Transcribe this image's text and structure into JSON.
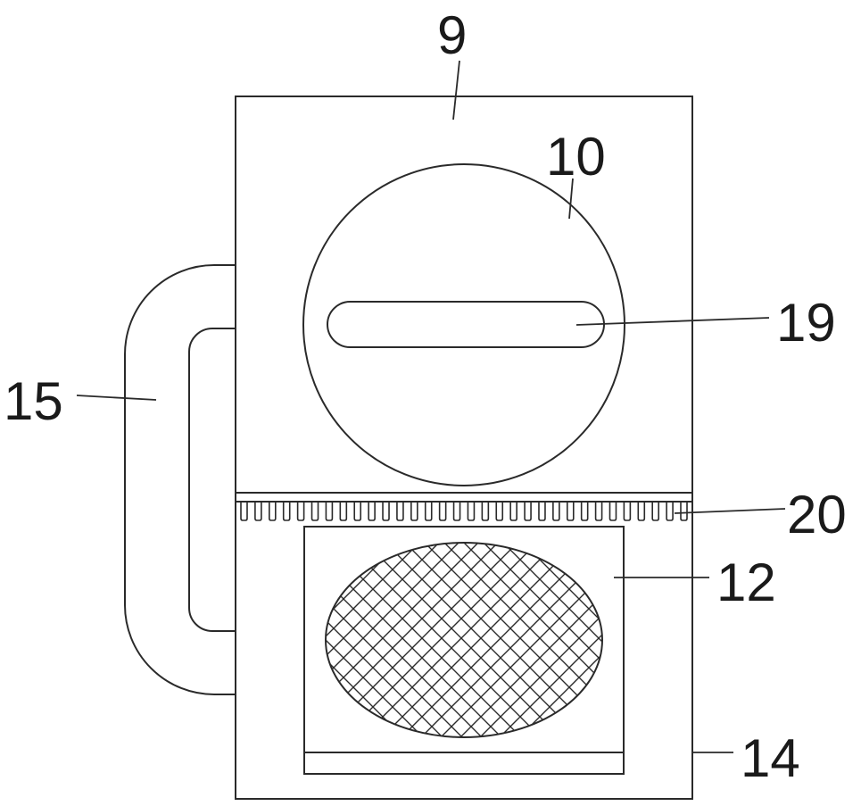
{
  "labels": {
    "housing": "9",
    "disc": "10",
    "slot": "19",
    "comb": "20",
    "drawer": "12",
    "lower_box": "14",
    "handle": "15"
  },
  "comb_tooth_count": 32,
  "colors": {
    "line": "#2a2a2a",
    "background": "#ffffff"
  }
}
